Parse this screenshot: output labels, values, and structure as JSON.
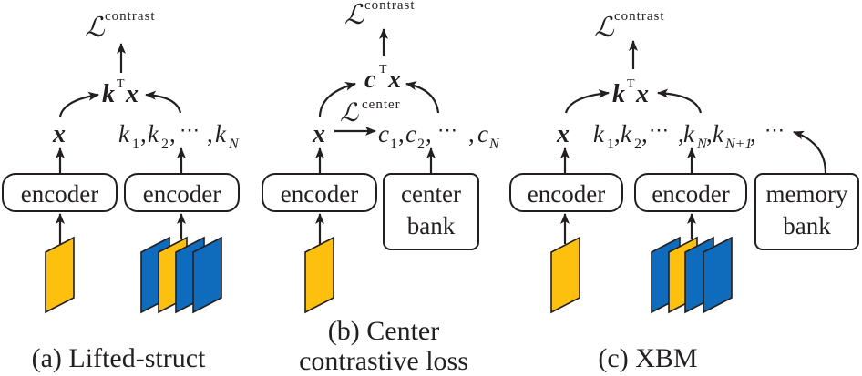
{
  "colors": {
    "query_fill": "#fec00f",
    "key_fill": "#0f6cbd",
    "ink": "#231f20"
  },
  "math": {
    "loss_symbol": "ℒ",
    "contrast_sup": "contrast",
    "center_sup": "center",
    "k_bold": "k",
    "c_bold": "c",
    "x_bold": "x",
    "transpose": "T",
    "ellipsis": "⋯",
    "comma": ","
  },
  "panels": [
    {
      "id": "a",
      "caption": "(a) Lifted-struct",
      "boxes": [
        "encoder",
        "encoder"
      ],
      "similarity": "kᵀx",
      "query": "x",
      "keys": [
        "k",
        "1",
        "k",
        "2",
        "k",
        "N"
      ]
    },
    {
      "id": "b",
      "caption_line1": "(b) Center",
      "caption_line2": "contrastive loss",
      "boxes": [
        "encoder"
      ],
      "bank_line1": "center",
      "bank_line2": "bank",
      "similarity": "cᵀx",
      "query": "x",
      "keys": [
        "c",
        "1",
        "c",
        "2",
        "c",
        "N"
      ]
    },
    {
      "id": "c",
      "caption": "(c) XBM",
      "boxes": [
        "encoder",
        "encoder"
      ],
      "bank_line1": "memory",
      "bank_line2": "bank",
      "similarity": "kᵀx",
      "query": "x",
      "keys": [
        "k",
        "1",
        "k",
        "2",
        "k",
        "N",
        "k",
        "N+1"
      ]
    }
  ]
}
